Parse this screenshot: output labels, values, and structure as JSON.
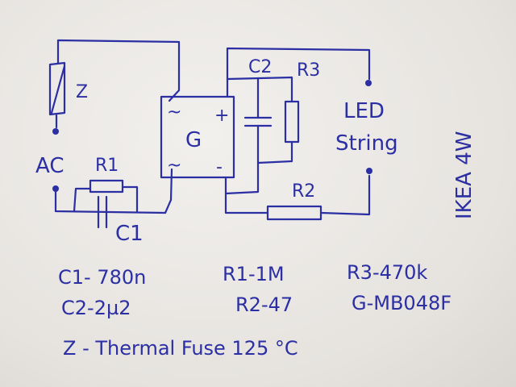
{
  "components": {
    "fuse_label": "Z",
    "ac_label": "AC",
    "r1_label": "R1",
    "c1_label": "C1",
    "bridge_label": "G",
    "bridge_ac_top": "~",
    "bridge_ac_bottom": "~",
    "bridge_plus": "+",
    "bridge_minus": "-",
    "c2_label": "C2",
    "r3_label": "R3",
    "r2_label": "R2",
    "led_line1": "LED",
    "led_line2": "String",
    "product_label": "IKEA 4W"
  },
  "notes": {
    "c1": "C1- 780n",
    "r1": "R1-1M",
    "r3": "R3-470k",
    "c2": "C2-2µ2",
    "r2": "R2-47",
    "g": "G-MB048F",
    "z": "Z - Thermal Fuse 125 °C"
  }
}
